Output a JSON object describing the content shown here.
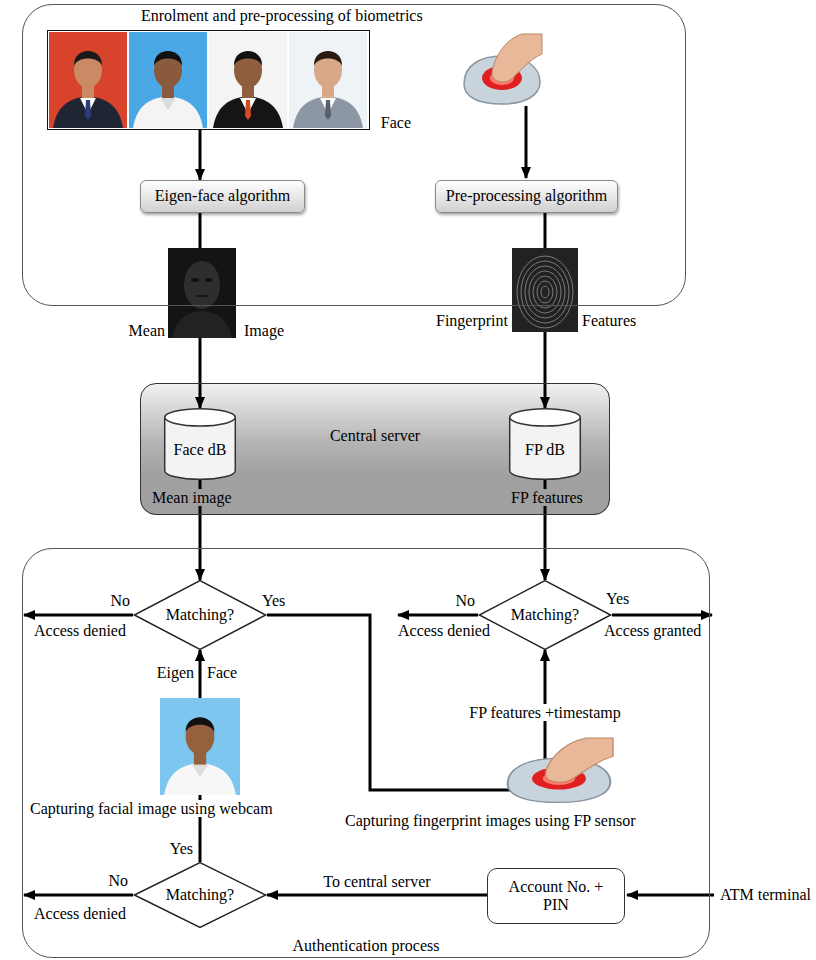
{
  "diagram": {
    "nodes": [
      {
        "text": [
          "Enrolment and pre-processing of biometrics"
        ]
      },
      {
        "text": [
          "Face"
        ],
        "in": 0
      },
      {
        "text": [
          "Eigen-face algorithm"
        ],
        "in": 0
      },
      {
        "text": [
          "Pre-processing algorithm"
        ],
        "in": 0
      },
      {
        "text": [
          "Central server"
        ]
      },
      {
        "text": [
          "Face dB"
        ],
        "in": 4
      },
      {
        "text": [
          "FP dB"
        ],
        "in": 4
      },
      {
        "text": [
          "Authentication process"
        ]
      },
      {
        "text": [
          "Matching?"
        ],
        "in": 7
      },
      {
        "text": [
          "Matching?"
        ],
        "in": 7
      },
      {
        "text": [
          "Matching?"
        ],
        "in": 7
      },
      {
        "text": [
          "Account No. + PIN"
        ],
        "in": 7
      }
    ],
    "edges": [
      {
        "from": 1,
        "to": 2,
        "arrow": "to"
      },
      {
        "from": 2,
        "to": 5,
        "arrow": "to"
      },
      {
        "from": 3,
        "to": 6,
        "arrow": "to"
      },
      {
        "from": 5,
        "to": 8,
        "arrow": "to"
      },
      {
        "from": 6,
        "to": 9,
        "arrow": "to"
      },
      {
        "from": 11,
        "to": 10,
        "label": "To central server",
        "arrow": "to"
      },
      {
        "from": 10,
        "to": 8,
        "arrow": "to"
      },
      {
        "from": 8,
        "to": 9,
        "arrow": "to"
      }
    ],
    "labels": [
      "Mean",
      "Image",
      "Fingerprint",
      "Features",
      "Mean image",
      "FP features",
      "No",
      "Access denied",
      "Yes",
      "No",
      "Access denied",
      "Yes",
      "Access granted",
      "Eigen",
      "Face",
      "FP features +timestamp",
      "Capturing facial image using webcam",
      "Capturing fingerprint images using FP sensor",
      "Yes",
      "No",
      "Access denied",
      "ATM terminal"
    ]
  }
}
